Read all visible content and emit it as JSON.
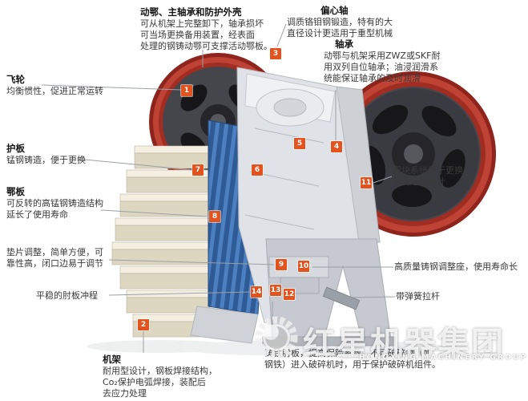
{
  "colors": {
    "badge": "#e2531d",
    "flywheel_red": "#a12c22",
    "jaw_blue": "#2e5a95",
    "leader_line": "#9aa0a6"
  },
  "badges": [
    "1",
    "2",
    "3",
    "4",
    "5",
    "6",
    "7",
    "8",
    "9",
    "10",
    "11",
    "12",
    "13",
    "14"
  ],
  "callouts": {
    "moving_jaw": {
      "title": "动鄂、主轴承和防护外壳",
      "body": "可从机架上完整卸下，轴承损坏\n可当场更换备用装置，经表面\n处理的钢铸动鄂可支撑活动鄂板。"
    },
    "eccentric_shaft": {
      "title": "偏心轴",
      "body": "调质铬钼钢锻造，特有的大\n直径设计更适用于重型机械"
    },
    "bearing": {
      "title": "轴承",
      "body": "动鄂与机架采用ZWZ或SKF耐\n用双列自位轴承；油浸润滑系\n统能保证轴承的及时润滑"
    },
    "flywheel": {
      "title": "飞轮",
      "body": "均衡惯性，促进正常运转"
    },
    "guard_plate": {
      "title": "护板",
      "body": "锰钢铸造，便于更换"
    },
    "jaw_plate": {
      "title": "鄂板",
      "body": "可反转的高锰钢铸造结构\n延长了使用寿命"
    },
    "shim_adjust": {
      "body": "垫片调整，简单方便，可\n靠性高，闭口边易于调节"
    },
    "toggle_stroke": {
      "body": "平稳的肘板冲程"
    },
    "frame": {
      "title": "机架",
      "body": "耐用型设计，钢板焊接结构，\nCo₂保护电弧焊接，装配后\n去应力处理"
    },
    "wedge_system": {
      "body": "楔块系统便于更换\n无键连接设计"
    },
    "adjust_seat": {
      "body": "高质量铸钢调整座，使用寿命长"
    },
    "spring_rod": {
      "body": "带弹簧拉杆"
    },
    "toggle_plate": {
      "body": "铸铁肘板，提高保险系数，不可破碎物（如\n钢铁）进入破碎机时，用于保护破碎机组件。"
    }
  },
  "watermark": {
    "cn": "红星机器集团",
    "en": "HONGXING MACHINERY GROUP"
  }
}
